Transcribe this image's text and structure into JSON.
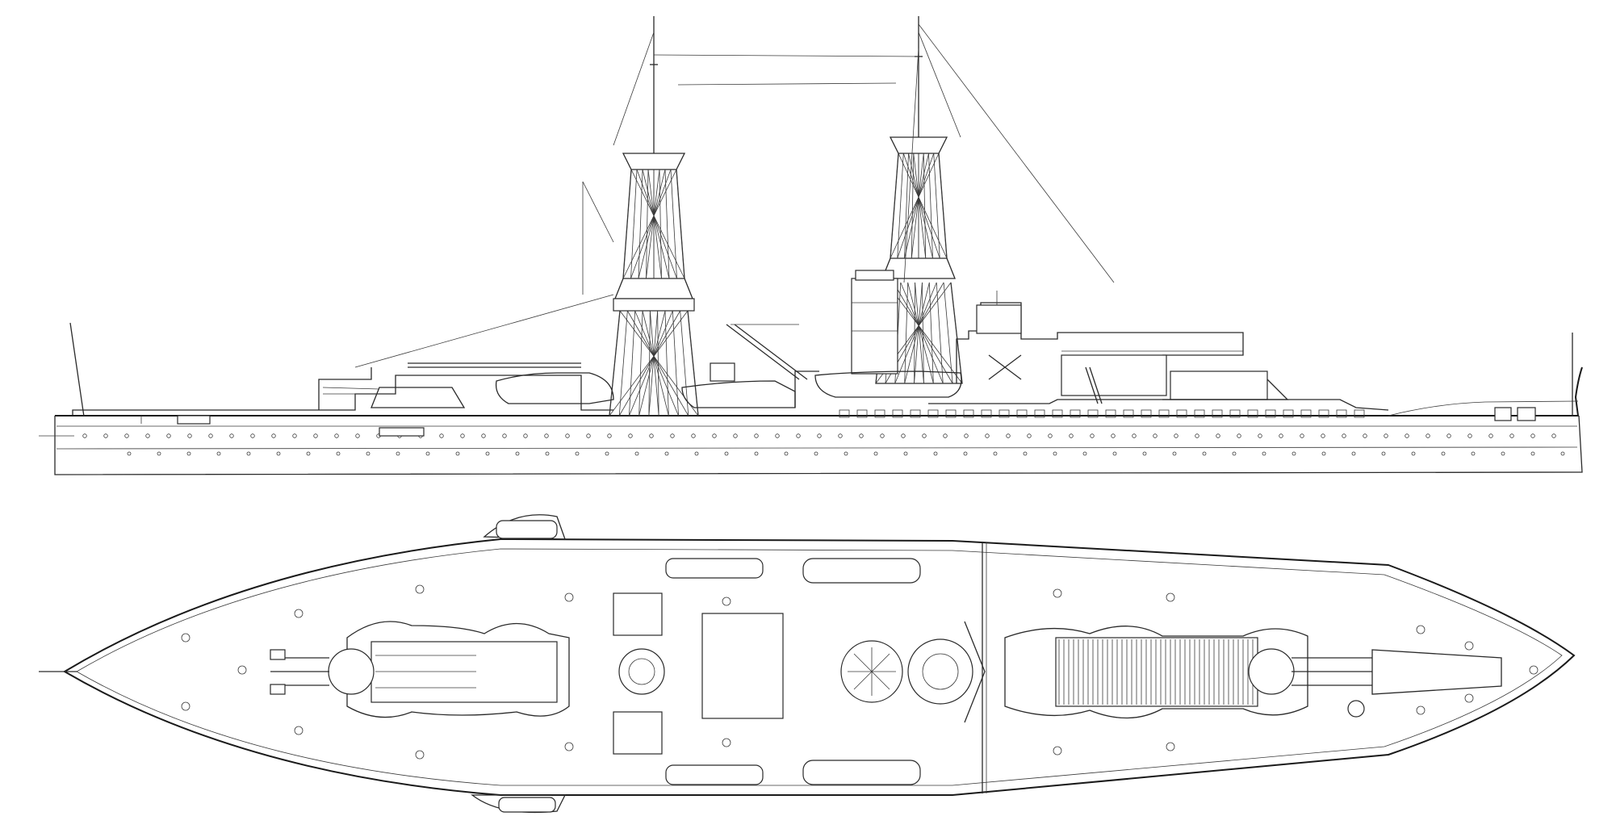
{
  "drawing": {
    "views": [
      {
        "id": "profile",
        "kind": "side-elevation"
      },
      {
        "id": "plan",
        "kind": "deck-plan"
      }
    ],
    "colors": {
      "line": "#2a2a2a",
      "background": "#ffffff"
    }
  }
}
